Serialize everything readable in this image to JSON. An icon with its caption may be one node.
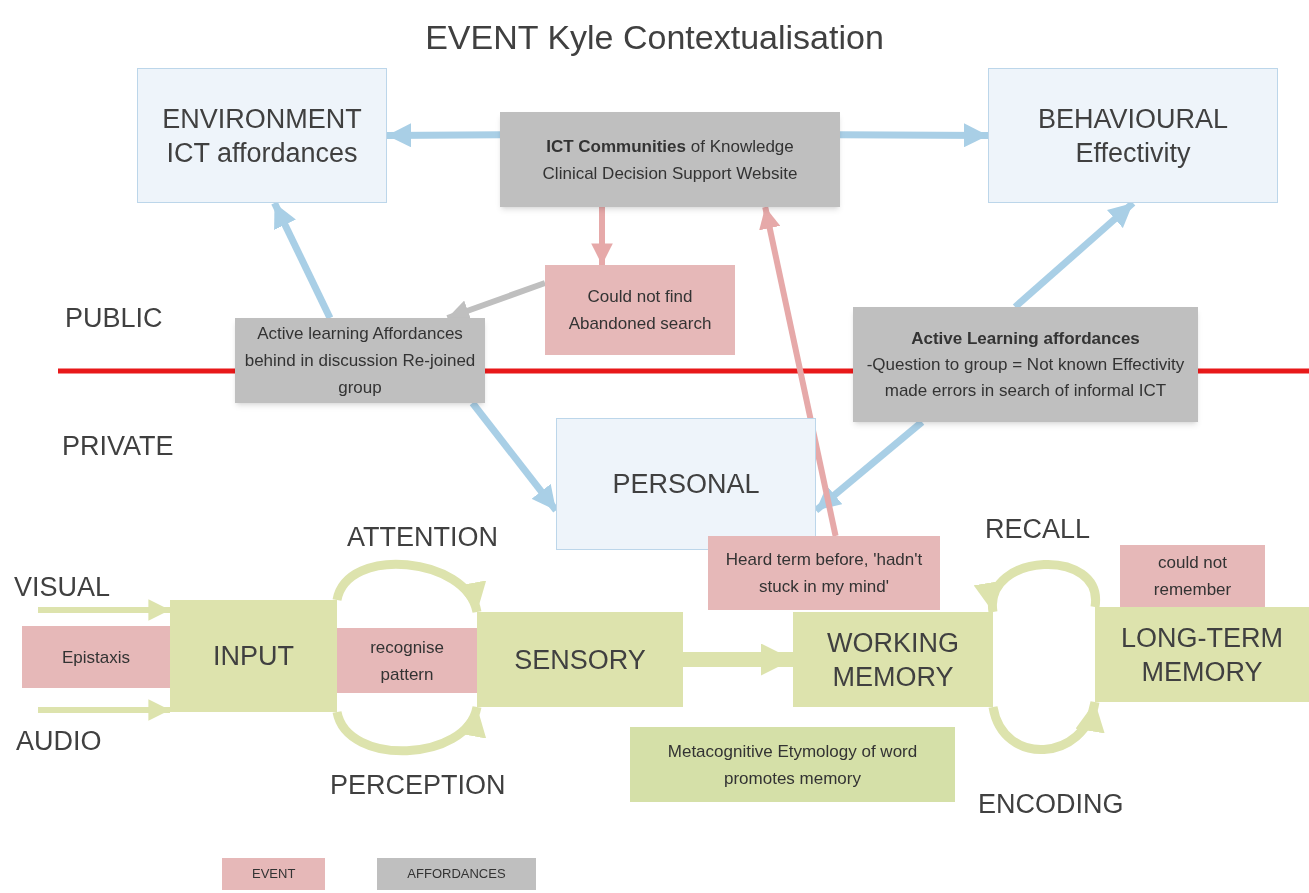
{
  "diagram": {
    "title": "EVENT Kyle Contextualisation",
    "nodes": [
      {
        "text": [
          "ENVIRONMENT ICT affordances"
        ]
      },
      {
        "text": [
          "**ICT Communities** of Knowledge",
          "Clinical Decision Support Website"
        ]
      },
      {
        "text": [
          "BEHAVIOURAL Effectivity"
        ]
      },
      {
        "text": [
          "Could not find Abandoned search"
        ]
      },
      {
        "text": [
          "Active learning Affordances behind in discussion Re-joined group"
        ]
      },
      {
        "text": [
          "Active Learning affordances",
          "-Question to group = Not known Effectivity made errors in search of informal ICT"
        ]
      },
      {
        "text": [
          "PERSONAL"
        ]
      },
      {
        "text": [
          "Epistaxis"
        ]
      },
      {
        "text": [
          "INPUT"
        ]
      },
      {
        "text": [
          "recognise pattern"
        ]
      },
      {
        "text": [
          "SENSORY"
        ]
      },
      {
        "text": [
          "Heard term before, 'hadn't stuck in my mind'"
        ]
      },
      {
        "text": [
          "WORKING MEMORY"
        ]
      },
      {
        "text": [
          "could not remember"
        ]
      },
      {
        "text": [
          "LONG-TERM MEMORY"
        ]
      },
      {
        "text": [
          "Metacognitive Etymology of word promotes memory"
        ]
      }
    ],
    "edges": [
      {
        "from": 1,
        "to": 0,
        "arrow": "to",
        "color": "#a9cfe6"
      },
      {
        "from": 1,
        "to": 2,
        "arrow": "to",
        "color": "#a9cfe6"
      },
      {
        "from": 4,
        "to": 0,
        "arrow": "to",
        "color": "#a9cfe6"
      },
      {
        "from": 4,
        "to": 6,
        "arrow": "to",
        "color": "#a9cfe6"
      },
      {
        "from": 5,
        "to": 2,
        "arrow": "to",
        "color": "#a9cfe6"
      },
      {
        "from": 5,
        "to": 6,
        "arrow": "to",
        "color": "#a9cfe6"
      },
      {
        "from": 1,
        "to": 3,
        "arrow": "to",
        "color": "#e6a9a9"
      },
      {
        "from": 3,
        "to": 4,
        "arrow": "to",
        "color": "#bfbfbf"
      },
      {
        "from": 11,
        "to": 1,
        "arrow": "to",
        "color": "#e6a9a9"
      },
      {
        "from": null,
        "to": 8,
        "arrow": "to"
      },
      {
        "from": null,
        "to": 8,
        "arrow": "to"
      },
      {
        "from": 8,
        "to": 10,
        "arrow": "to"
      },
      {
        "from": 8,
        "to": 10,
        "arrow": "to"
      },
      {
        "from": 10,
        "to": 12,
        "arrow": "to",
        "style": "thick"
      },
      {
        "from": 14,
        "to": 12,
        "arrow": "to"
      },
      {
        "from": 12,
        "to": 14,
        "arrow": "to"
      }
    ],
    "labels": [
      "PUBLIC",
      "PRIVATE",
      "ATTENTION",
      "RECALL",
      "VISUAL",
      "AUDIO",
      "PERCEPTION",
      "ENCODING"
    ],
    "legend": [
      {
        "text": "EVENT",
        "color": "#e6b8b8"
      },
      {
        "text": "AFFORDANCES",
        "color": "#bfbfbf"
      }
    ]
  }
}
